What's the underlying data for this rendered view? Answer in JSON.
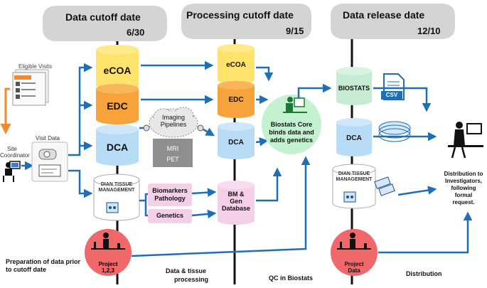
{
  "phases": [
    {
      "title": "Data cutoff date",
      "date": "6/30"
    },
    {
      "title": "Processing cutoff date",
      "date": "9/15"
    },
    {
      "title": "Data release date",
      "date": "12/10"
    }
  ],
  "left": {
    "eligible_visits": "Eligible Visits",
    "site_coordinator": "Site Coordinator",
    "visit_data": "Visit Data",
    "prep_caption": "Preparation of data prior to cutoff date"
  },
  "col1": {
    "ecoa": "eCOA",
    "edc": "EDC",
    "dca": "DCA",
    "tissue": "DIAN TISSUE MANAGEMENT",
    "project_line1": "Project",
    "project_line2": "1,2,3"
  },
  "imaging": {
    "line1": "Imaging",
    "line2": "Pipelines",
    "mri": "MRI",
    "pet": "PET"
  },
  "pink": {
    "biomarkers_line1": "Biomarkers",
    "biomarkers_line2": "Pathology",
    "genetics": "Genetics"
  },
  "col2": {
    "ecoa": "eCOA",
    "edc": "EDC",
    "dca": "DCA",
    "bm_line1": "BM &",
    "bm_line2": "Gen",
    "bm_line3": "Database",
    "caption_line1": "Data & tissue",
    "caption_line2": "processing"
  },
  "core": {
    "line1": "Biostats Core",
    "line2": "binds data and",
    "line3": "adds genetics",
    "caption": "QC in Biostats"
  },
  "col3": {
    "biostats": "BIOSTATS",
    "dca": "DCA",
    "csv": "CSV",
    "tissue": "DIAN TISSUE MANAGEMENT",
    "project_line1": "Project",
    "project_line2": "Data"
  },
  "right": {
    "line1": "Distribution to",
    "line2": "Investigators,",
    "line3": "following",
    "line4": "formal",
    "line5": "request.",
    "caption": "Distribution"
  },
  "colors": {
    "yellow": "#fde36b",
    "orange": "#f5a33a",
    "blue_cyl": "#b8dcf5",
    "mint": "#c5ecd3",
    "pink": "#f4cfe8",
    "red_circle": "#f0686a",
    "green_circle": "#c4f1d0",
    "arrow": "#1f6fb5",
    "banner": "#d4d4d4"
  }
}
